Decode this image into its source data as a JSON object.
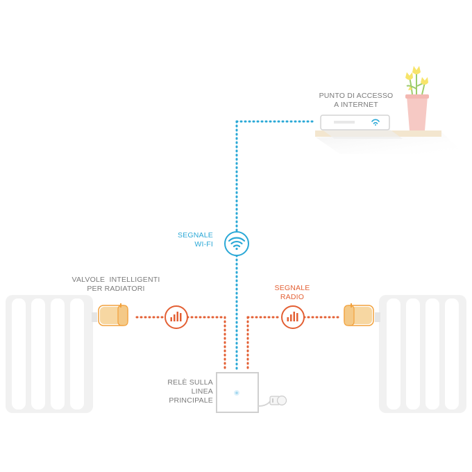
{
  "labels": {
    "access_point": [
      "PUNTO DI ACCESSO",
      "A INTERNET"
    ],
    "wifi_signal": [
      "SEGNALE",
      "WI-FI"
    ],
    "radio_signal": [
      "SEGNALE",
      "RADIO"
    ],
    "valves": [
      "VALVOLE  INTELLIGENTI",
      "PER RADIATORI"
    ],
    "relay": [
      "RELÈ SULLA",
      "LINEA",
      "PRINCIPALE"
    ]
  },
  "colors": {
    "wifi": "#2aa8d6",
    "radio": "#e35f33",
    "text": "#7a7a7a",
    "radiator": "#f1f1f1",
    "valve": "#f4c987",
    "shelf": "#f3e6cf",
    "flowers": "#f7e46a",
    "vase": "#f6c9c4"
  },
  "icons": [
    "wifi-icon",
    "radio-signal-icon",
    "radiator-icon",
    "valve-icon",
    "router-icon",
    "relay-icon",
    "plug-icon",
    "flower-pot-icon"
  ]
}
